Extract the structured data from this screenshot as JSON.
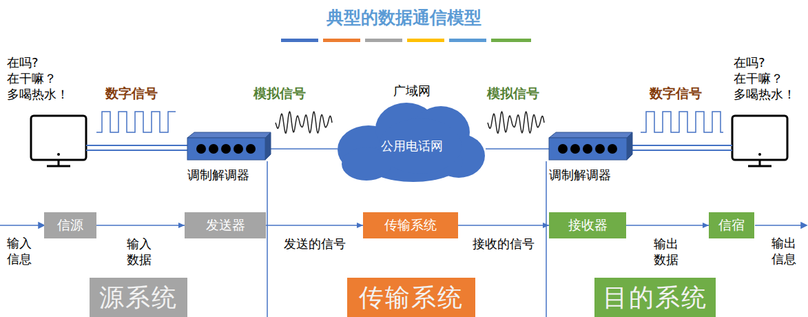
{
  "diagram": {
    "title": "典型的数据通信模型",
    "nodes": [
      {
        "text": [
          "调制解调器"
        ]
      },
      {
        "text": [
          "广域网",
          "公用电话网"
        ]
      },
      {
        "text": [
          "调制解调器"
        ]
      },
      {
        "text": [
          "信源"
        ]
      },
      {
        "text": [
          "发送器"
        ]
      },
      {
        "text": [
          "传输系统"
        ]
      },
      {
        "text": [
          "接收器"
        ]
      },
      {
        "text": [
          "信宿"
        ]
      },
      {
        "text": [
          "源系统"
        ]
      },
      {
        "text": [
          "传输系统"
        ]
      },
      {
        "text": [
          "目的系统"
        ]
      }
    ],
    "edges": [
      {
        "from": 0,
        "to": 1,
        "arrow": "none"
      },
      {
        "from": 1,
        "to": 2,
        "arrow": "none"
      },
      {
        "from": 3,
        "to": 4,
        "label": "输入 数据",
        "arrow": "to"
      },
      {
        "from": 4,
        "to": 5,
        "label": "发送的信号",
        "arrow": "to"
      },
      {
        "from": 5,
        "to": 6,
        "label": "接收的信号",
        "arrow": "to"
      },
      {
        "from": 6,
        "to": 7,
        "label": "输出 数据",
        "arrow": "to"
      }
    ],
    "labels": [
      "在吗?",
      "在干嘛？",
      "多喝热水！",
      "数字信号",
      "模拟信号",
      "模拟信号",
      "数字信号",
      "在吗?",
      "在干嘛？",
      "多喝热水！",
      "输入 信息",
      "输出 信息"
    ]
  }
}
